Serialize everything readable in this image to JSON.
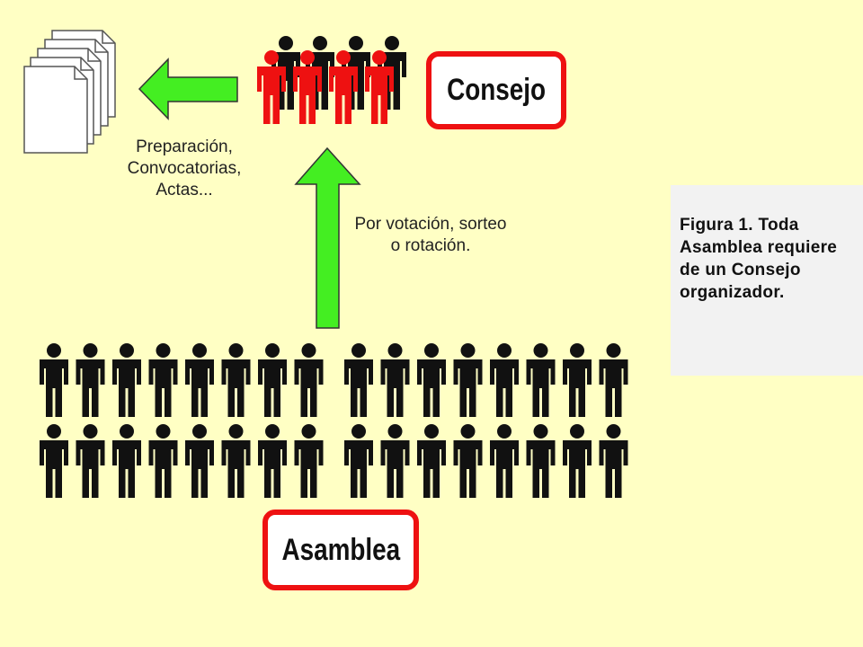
{
  "council": {
    "label": "Consejo"
  },
  "assembly": {
    "label": "Asamblea"
  },
  "prep_caption": {
    "lines": [
      "Preparación,",
      "Convocatorias,",
      "Actas..."
    ]
  },
  "vote_caption": {
    "lines": [
      "Por votación, sorteo",
      "o rotación."
    ]
  },
  "figure_caption": {
    "text": "Figura 1. Toda Asamblea requiere de un Consejo organizador."
  },
  "colors": {
    "background": "#ffffc4",
    "arrow_fill": "#44ee22",
    "box_border": "#ee1111",
    "person_black": "#111111",
    "person_red": "#ee1111",
    "panel": "#f2f2f2"
  },
  "icons": {
    "person": "person-icon",
    "documents": "document-stack-icon",
    "arrow_left": "arrow-left-icon",
    "arrow_up": "arrow-up-icon"
  }
}
